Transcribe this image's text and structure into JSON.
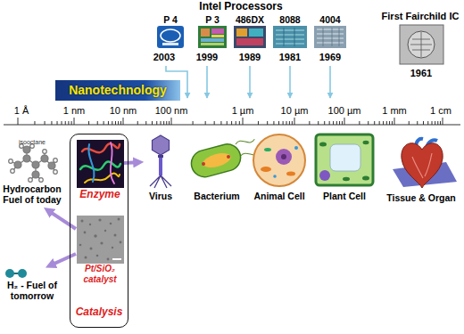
{
  "diagram": {
    "nodes": [
      {
        "text": [
          "Nanotechnology"
        ]
      },
      {
        "text": [
          "Hydrocarbon Fuel of today"
        ]
      },
      {
        "text": [
          "H₂ - Fuel of tomorrow"
        ]
      },
      {
        "text": [
          "Catalysis"
        ]
      },
      {
        "text": [
          "Enzyme"
        ],
        "in": 3
      },
      {
        "text": [
          "Pt/SiO₂ catalyst"
        ],
        "in": 3
      },
      {
        "text": [
          "Virus"
        ]
      }
    ],
    "edges": [
      {
        "from": 4,
        "to": 6,
        "arrow": "to"
      },
      {
        "from": 5,
        "to": 1,
        "arrow": "to"
      },
      {
        "from": 5,
        "to": 2,
        "arrow": "to"
      }
    ],
    "labels": [
      "Intel Processors",
      "P 4",
      "P 3",
      "486DX",
      "8088",
      "4004",
      "First Fairchild IC",
      "2003",
      "1999",
      "1989",
      "1981",
      "1969",
      "1961",
      "1 Å",
      "1 nm",
      "10 nm",
      "100 nm",
      "1 µm",
      "10 µm",
      "100 µm",
      "1 mm",
      "1 cm",
      "isooctane",
      "Bacterium",
      "Animal Cell",
      "Plant Cell",
      "Tissue & Organ"
    ]
  }
}
